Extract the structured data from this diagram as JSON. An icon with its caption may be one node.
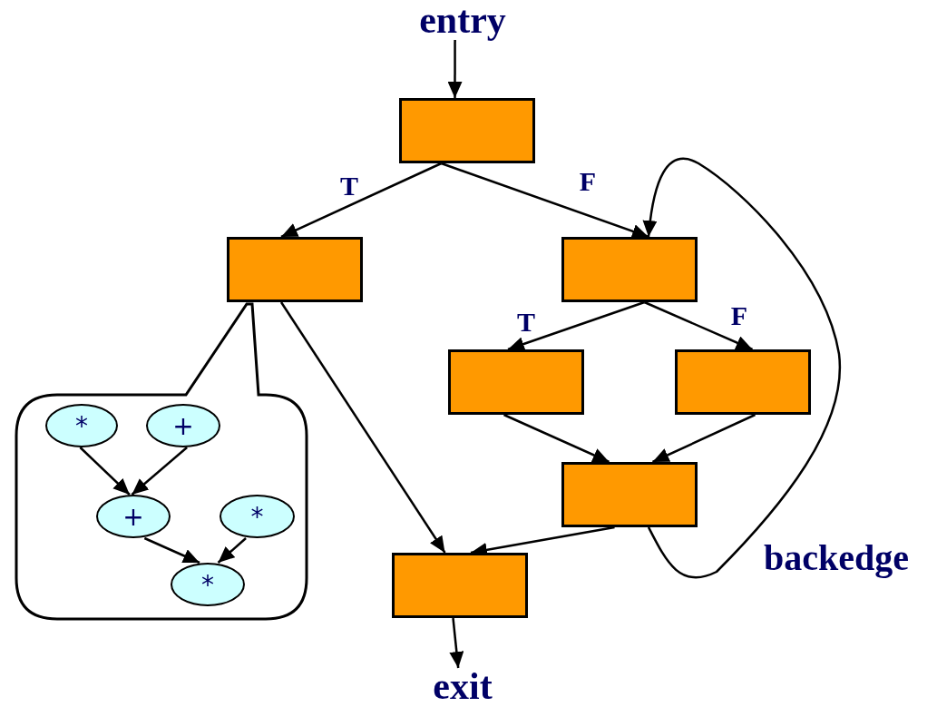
{
  "diagram": {
    "nodes": [
      {
        "text": [
          "entry"
        ]
      },
      {
        "text": [],
        "shape": "box"
      },
      {
        "text": [],
        "shape": "box"
      },
      {
        "text": [],
        "shape": "box"
      },
      {
        "text": [],
        "shape": "box"
      },
      {
        "text": [],
        "shape": "box"
      },
      {
        "text": [],
        "shape": "box"
      },
      {
        "text": [],
        "shape": "box"
      },
      {
        "text": [
          "exit"
        ]
      },
      {
        "text": [],
        "shape": "callout"
      },
      {
        "text": [
          "*"
        ],
        "in": 9
      },
      {
        "text": [
          "+"
        ],
        "in": 9
      },
      {
        "text": [
          "+"
        ],
        "in": 9
      },
      {
        "text": [
          "*"
        ],
        "in": 9
      },
      {
        "text": [
          "*"
        ],
        "in": 9
      }
    ],
    "edges": [
      {
        "from": 0,
        "to": 1,
        "arrow": "to"
      },
      {
        "from": 1,
        "to": 2,
        "arrow": "to",
        "label": "T"
      },
      {
        "from": 1,
        "to": 3,
        "arrow": "to",
        "label": "F"
      },
      {
        "from": 2,
        "to": 7,
        "arrow": "to"
      },
      {
        "from": 3,
        "to": 4,
        "arrow": "to",
        "label": "T"
      },
      {
        "from": 3,
        "to": 5,
        "arrow": "to",
        "label": "F"
      },
      {
        "from": 4,
        "to": 6,
        "arrow": "to"
      },
      {
        "from": 5,
        "to": 6,
        "arrow": "to"
      },
      {
        "from": 6,
        "to": 7,
        "arrow": "to"
      },
      {
        "from": 6,
        "to": 3,
        "arrow": "to",
        "label": "backedge"
      },
      {
        "from": 7,
        "to": 8,
        "arrow": "to"
      },
      {
        "from": 10,
        "to": 12,
        "arrow": "to"
      },
      {
        "from": 11,
        "to": 12,
        "arrow": "to"
      },
      {
        "from": 12,
        "to": 14,
        "arrow": "to"
      },
      {
        "from": 13,
        "to": 14,
        "arrow": "to"
      }
    ]
  }
}
